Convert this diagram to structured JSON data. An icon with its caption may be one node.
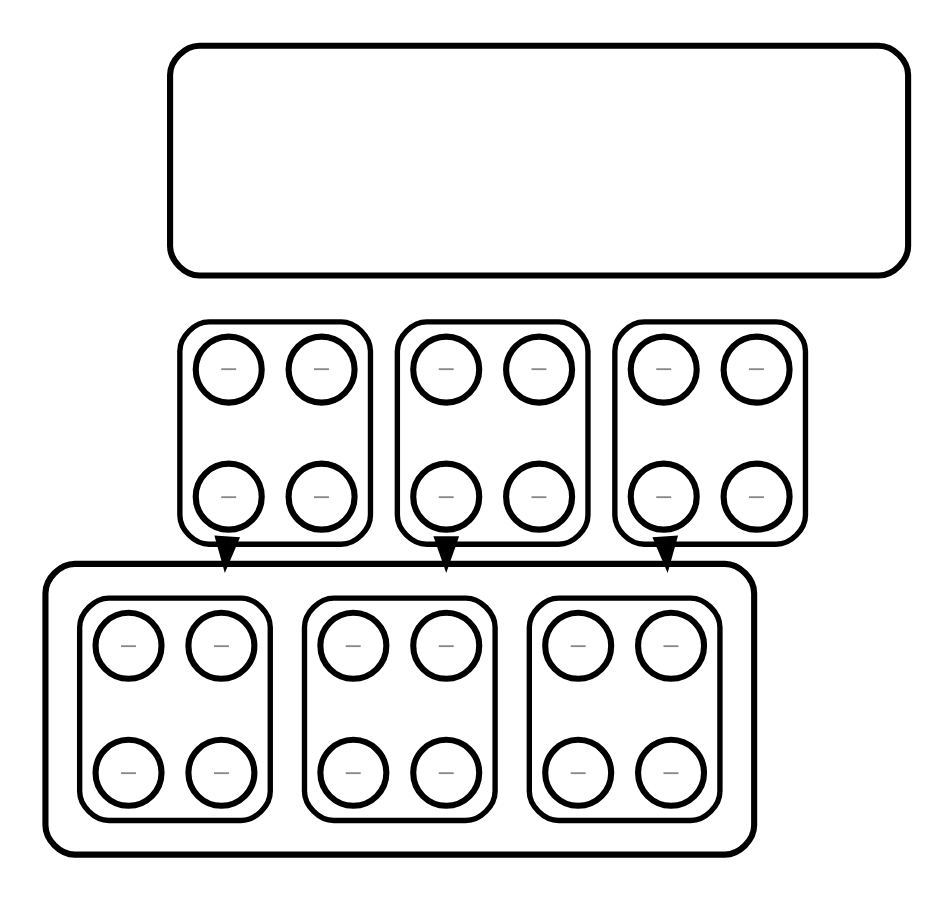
{
  "diagram": {
    "nodes": [
      {
        "text": [],
        "shape": "box"
      },
      {
        "text": [],
        "shape": "ellipse"
      },
      {
        "text": [
          "–"
        ],
        "in": 1
      },
      {
        "text": [
          "–"
        ],
        "in": 1
      },
      {
        "text": [
          "–"
        ],
        "in": 1
      },
      {
        "text": [
          "–"
        ],
        "in": 1
      },
      {
        "text": [],
        "shape": "ellipse"
      },
      {
        "text": [
          "–"
        ],
        "in": 6
      },
      {
        "text": [
          "–"
        ],
        "in": 6
      },
      {
        "text": [
          "–"
        ],
        "in": 6
      },
      {
        "text": [
          "–"
        ],
        "in": 6
      },
      {
        "text": [],
        "shape": "ellipse"
      },
      {
        "text": [
          "–"
        ],
        "in": 11
      },
      {
        "text": [
          "–"
        ],
        "in": 11
      },
      {
        "text": [
          "–"
        ],
        "in": 11
      },
      {
        "text": [
          "–"
        ],
        "in": 11
      },
      {
        "text": [],
        "shape": "box"
      },
      {
        "text": [],
        "shape": "ellipse",
        "in": 16
      },
      {
        "text": [
          "–"
        ],
        "in": 17
      },
      {
        "text": [
          "–"
        ],
        "in": 17
      },
      {
        "text": [
          "–"
        ],
        "in": 17
      },
      {
        "text": [
          "–"
        ],
        "in": 17
      },
      {
        "text": [],
        "shape": "ellipse",
        "in": 16
      },
      {
        "text": [
          "–"
        ],
        "in": 22
      },
      {
        "text": [
          "–"
        ],
        "in": 22
      },
      {
        "text": [
          "–"
        ],
        "in": 22
      },
      {
        "text": [
          "–"
        ],
        "in": 22
      },
      {
        "text": [],
        "shape": "ellipse",
        "in": 16
      },
      {
        "text": [
          "–"
        ],
        "in": 27
      },
      {
        "text": [
          "–"
        ],
        "in": 27
      },
      {
        "text": [
          "–"
        ],
        "in": 27
      },
      {
        "text": [
          "–"
        ],
        "in": 27
      }
    ],
    "edges": [
      {
        "from": 1,
        "to": 16,
        "arrow": "to"
      },
      {
        "from": 6,
        "to": 16,
        "arrow": "to"
      },
      {
        "from": 11,
        "to": 16,
        "arrow": "to"
      }
    ]
  }
}
